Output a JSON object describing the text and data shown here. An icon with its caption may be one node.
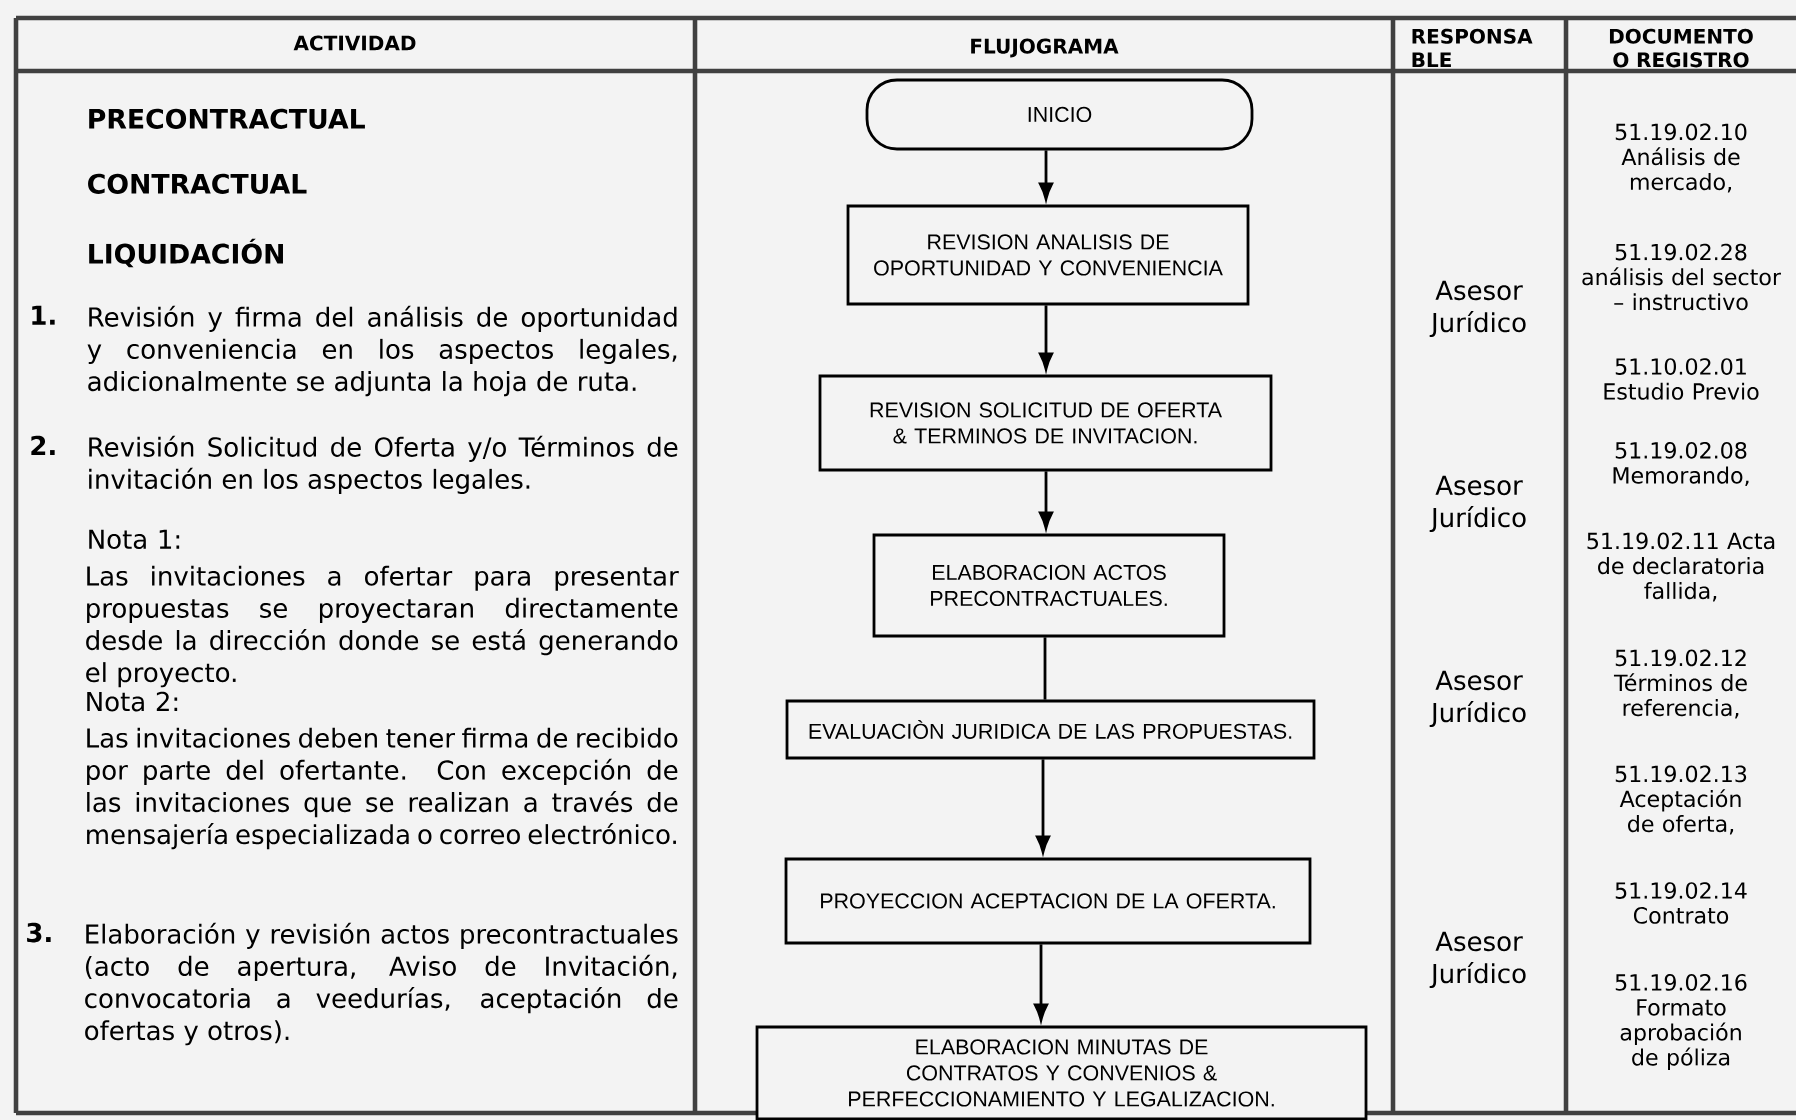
{
  "diagram": {
    "nodes": [
      {
        "text": [
          "INICIO"
        ]
      },
      {
        "text": [
          "REVISION ANALISIS DE OPORTUNIDAD Y CONVENIENCIA"
        ]
      },
      {
        "text": [
          "REVISION SOLICITUD DE OFERTA & TERMINOS DE INVITACION."
        ]
      },
      {
        "text": [
          "ELABORACION ACTOS PRECONTRACTUALES."
        ]
      },
      {
        "text": [
          "EVALUACIÒN JURIDICA DE LAS PROPUESTAS."
        ]
      },
      {
        "text": [
          "PROYECCION ACEPTACION DE LA OFERTA."
        ]
      },
      {
        "text": [
          "ELABORACION MINUTAS DE CONTRATOS Y CONVENIOS & PERFECCIONAMIENTO Y LEGALIZACION."
        ]
      }
    ],
    "edges": [
      {
        "from": 0,
        "to": 1,
        "arrow": "to"
      },
      {
        "from": 1,
        "to": 2,
        "arrow": "to"
      },
      {
        "from": 2,
        "to": 3,
        "arrow": "to"
      },
      {
        "from": 3,
        "to": 4,
        "arrow": "none"
      },
      {
        "from": 4,
        "to": 5,
        "arrow": "to"
      },
      {
        "from": 5,
        "to": 6,
        "arrow": "to"
      }
    ],
    "labels": [
      "ACTIVIDAD",
      "FLUJOGRAMA",
      "RESPONSA BLE",
      "DOCUMENTO O REGISTRO",
      "PRECONTRACTUAL",
      "CONTRACTUAL",
      "LIQUIDACIÓN",
      "1.",
      "Revisión y firma del análisis de oportunidad y conveniencia en los aspectos legales, adicionalmente se adjunta la hoja de ruta.",
      "2.",
      "Revisión Solicitud de Oferta y/o Términos de invitación en los aspectos legales.",
      "Nota 1:",
      "Las invitaciones a ofertar para presentar propuestas se proyectaran directamente desde la dirección donde se está generando el proyecto.",
      "Nota 2:",
      "Las invitaciones deben tener firma de recibido por parte del ofertante. Con excepción de las invitaciones que se realizan a través de mensajería especializada o correo electrónico.",
      "3.",
      "Elaboración y revisión actos precontractuales (acto de apertura, Aviso de Invitación, convocatoria a veedurías, aceptación de ofertas y otros).",
      "Asesor Jurídico",
      "Asesor Jurídico",
      "Asesor Jurídico",
      "Asesor Jurídico",
      "51.19.02.10 Análisis de mercado,",
      "51.19.02.28 análisis del sector – instructivo",
      "51.10.02.01 Estudio Previo",
      "51.19.02.08 Memorando,",
      "51.19.02.11 Acta de declaratoria fallida,",
      "51.19.02.12 Términos de referencia,",
      "51.19.02.13 Aceptación de oferta,",
      "51.19.02.14 Contrato",
      "51.19.02.16 Formato aprobación de póliza"
    ]
  }
}
